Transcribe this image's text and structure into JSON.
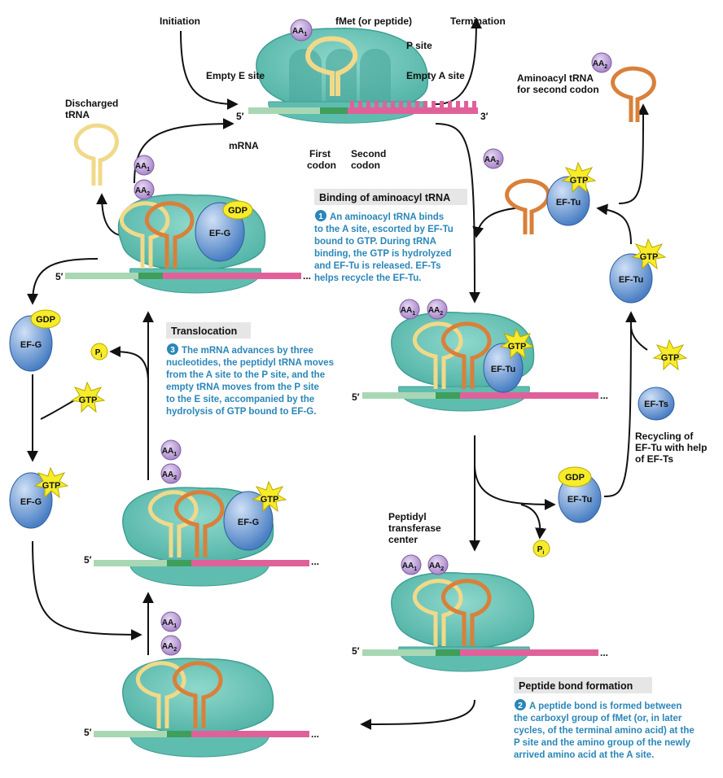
{
  "labels": {
    "initiation": "Initiation",
    "termination": "Termination",
    "fmet": "fMet (or peptide)",
    "p_site": "P site",
    "empty_e_site": "Empty E site",
    "empty_a_site": "Empty A site",
    "mrna": "mRNA",
    "first_codon_1": "First",
    "first_codon_2": "codon",
    "second_codon_1": "Second",
    "second_codon_2": "codon",
    "five_prime": "5′",
    "three_prime": "3′",
    "dots": "...",
    "discharged_1": "Discharged",
    "discharged_2": "tRNA",
    "aminoacyl_1": "Aminoacyl tRNA",
    "aminoacyl_2": "for second codon",
    "peptidyl_1": "Peptidyl",
    "peptidyl_2": "transferase",
    "peptidyl_3": "center",
    "recycling_1": "Recycling of",
    "recycling_2": "EF-Tu with help",
    "recycling_3": "of EF-Ts"
  },
  "molecules": {
    "gtp": "GTP",
    "gdp": "GDP",
    "ef_tu": "EF-Tu",
    "ef_g": "EF-G",
    "ef_ts": "EF-Ts",
    "aa": "AA",
    "sub1": "1",
    "sub2": "2",
    "p": "P",
    "pi_sub": "i"
  },
  "steps": {
    "binding": {
      "title": "Binding of aminoacyl tRNA",
      "number": "1",
      "lines": [
        "An aminoacyl tRNA binds",
        "to the A site, escorted by EF-Tu",
        "bound to GTP. During tRNA",
        "binding, the GTP is hydrolyzed",
        "and EF-Tu is released. EF-Ts",
        "helps recycle the EF-Tu."
      ]
    },
    "peptide": {
      "title": "Peptide bond formation",
      "number": "2",
      "lines": [
        "A peptide bond is formed between",
        "the carboxyl group of fMet (or, in later",
        "cycles, of the terminal amino acid) at the",
        "P site and the amino group of the newly",
        "arrived amino acid at the A site."
      ]
    },
    "translocation": {
      "title": "Translocation",
      "number": "3",
      "lines": [
        "The mRNA advances by three",
        "nucleotides, the peptidyl tRNA moves",
        "from the A site to the P site, and the",
        "empty tRNA moves from the P site",
        "to the E site, accompanied by the",
        "hydrolysis of GTP bound to EF-G."
      ]
    }
  },
  "colors": {
    "ribosome": "#6ec5b8",
    "ribosome_dark": "#3f9e93",
    "trna_yellow": "#f1d98a",
    "trna_orange": "#d9803a",
    "mrna_green": "#a9d7b4",
    "mrna_pink": "#e0619a",
    "ef_blue": "#5b8fd1",
    "gtp_yellow": "#f7ec2a",
    "aa_purple": "#b99ad4",
    "step_blue": "#2a86b8"
  }
}
